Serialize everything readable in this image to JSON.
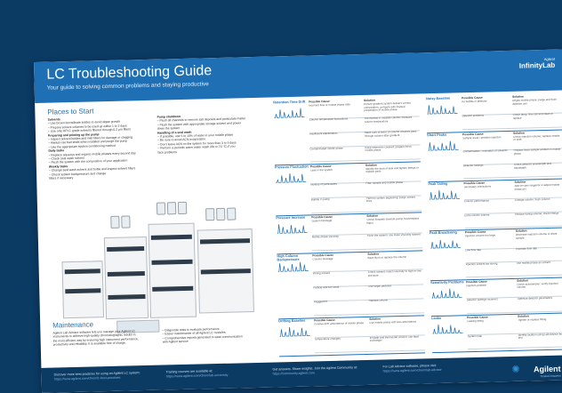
{
  "header": {
    "title": "LC Troubleshooting Guide",
    "subtitle": "Your guide to solving common problems and staying productive",
    "brand_small": "Agilent",
    "brand_big": "InfinityLab"
  },
  "places": {
    "title": "Places to Start",
    "col1": [
      {
        "t": "Solvents",
        "b": true
      },
      {
        "t": "– Use brown borosilicate bottles to avoid algae growth"
      },
      {
        "t": "– Prepare solvent volumes to be used up within 1 to 2 days"
      },
      {
        "t": "– Use only HPLC grade solvents filtered through 0.2 µm filters"
      },
      {
        "t": "Preparing and priming up the pump",
        "b": true
      },
      {
        "t": "– Inspect solvent bottles and inlet filters for damage or clogging"
      },
      {
        "t": "– Always use bad seals when installed and purge the pump"
      },
      {
        "t": "– Use the appropriate system conditioning method"
      },
      {
        "t": "Daily tasks",
        "b": true
      },
      {
        "t": "– Replace aqueous and organic mobile phases every second day"
      },
      {
        "t": "– Check seal wash solvent"
      },
      {
        "t": "– Flush the system with the composition of your application"
      },
      {
        "t": "Weekly tasks",
        "b": true
      },
      {
        "t": "– Change seal wash solvent and bottle and inspect solvent filters"
      },
      {
        "t": "– Check system backpressure and change"
      },
      {
        "t": "   filters if necessary"
      }
    ],
    "col2": [
      {
        "t": "Pump shutdown",
        "b": true
      },
      {
        "t": "– Flush all channels to remove salt deposits and particulate matter"
      },
      {
        "t": "– Flush the system with appropriate storage solvent and power"
      },
      {
        "t": "   down the system"
      },
      {
        "t": "Handling of a seal wash",
        "b": true
      },
      {
        "t": "– If possible, use 5 to 10% of water in your mobile phase"
      },
      {
        "t": "– Be sure to avoid ACN evaporation"
      },
      {
        "t": "– Don't leave ACN on the system for more than 3 to 5 days"
      },
      {
        "t": "– Perform a periodic warm water wash (60 to 70 °C) if you"
      },
      {
        "t": "   face problems"
      }
    ]
  },
  "maintenance": {
    "title": "Maintenance",
    "col1": [
      "Agilent Lab Advisor software lets you manage your Agilent LC",
      "instruments to achieve high-quality chromatographic results in",
      "the most efficient way by ensuring high instrument performance,",
      "productivity and reliability. It is available free of charge."
    ],
    "col2": [
      "– Diagnostic tests to evaluate performance",
      "– Easier maintenance of all Agilent LC modules",
      "– Comprehensive reports generated to ease communication",
      "   with Agilent service"
    ]
  },
  "mid_sections": [
    {
      "label": "Retention Time Drift",
      "rows": [
        [
          "Incorrect flow or mobile phase ratio",
          "Ensure gradient system delivers correct composition; compare with manual preparation of mobile phase"
        ],
        [
          "Column temperature fluctuations",
          "Thermostat or insulate column; measure column temperature"
        ],
        [
          "Insufficient equilibration",
          "Make sure at least 10 column volumes pass through column after gradient"
        ],
        [
          "Contaminated mobile phase",
          "Keep reservoirs covered; prepare fresh mobile phase"
        ]
      ]
    },
    {
      "label": "Pressure Fluctuation",
      "rows": [
        [
          "Leak in the system",
          "Identify the area of leak and tighten fittings or replace parts"
        ],
        [
          "Buildup of particulates",
          "Filter sample and mobile phase"
        ],
        [
          "Bubble in pump",
          "Perform system degassing; purge solvent lines"
        ]
      ]
    },
    {
      "label": "Pressure Increase",
      "rows": [
        [
          "System blockage",
          "Check flowpath towards pump; flush/replace filters"
        ],
        [
          "Mobile phase viscosity",
          "Flush the system; use lower viscosity solvent"
        ]
      ]
    },
    {
      "label": "High Column Backpressure",
      "rows": [
        [
          "Column blockage",
          "Back-flush or replace the column"
        ],
        [
          "Wrong solvent",
          "Check solvent; match viscosity to high-or-low pressure"
        ],
        [
          "Particle size too small",
          "Use larger particles"
        ],
        [
          "Plugged frit",
          "Replace column"
        ]
      ]
    },
    {
      "label": "Drifting Baseline",
      "rows": [
        [
          "Positive drift: absorbance of mobile phase",
          "Use mobile phase with less absorbance"
        ],
        [
          "Temperature changes",
          "Insulate and thermostat column; use heat exchanger"
        ]
      ]
    }
  ],
  "right_sections": [
    {
      "label": "Noisy Baseline",
      "rows": [
        [
          "Air bubble in detector",
          "Degas mobile phase; purge and flush detector cell"
        ],
        [
          "Detector problems",
          "Check lamp, flow cell and clean or replace"
        ]
      ]
    },
    {
      "label": "Short Peaks",
      "rows": [
        [
          "Sample issue / problem injection",
          "Check injection volume; replace needle or seat"
        ],
        [
          "Contamination / mismatch of solvents",
          "Prepare fresh sample solution in mobile phase"
        ],
        [
          "Detector settings",
          "Check detector wavelength and bandwidth"
        ]
      ]
    },
    {
      "label": "Peak Tailing",
      "rows": [
        [
          "Secondary interactions",
          "Add ion-pair reagents or adjust mobile phase pH"
        ],
        [
          "Column performance",
          "Change column; flush column"
        ],
        [
          "Extra column volume",
          "Reduce tubing volume; check fittings"
        ]
      ]
    },
    {
      "label": "Peak Broadening",
      "rows": [
        [
          "Injection volume too large",
          "Decrease injection volume or dilute sample"
        ],
        [
          "Low flow rate",
          "Increase flow rate"
        ],
        [
          "Injection solvent too strong",
          "Use mobile phase as solvent"
        ]
      ]
    },
    {
      "label": "Sensitivity Problems",
      "rows": [
        [
          "Injection problem",
          "Check autosampler; verify injection volume"
        ],
        [
          "Detector settings incorrect",
          "Optimize detector parameters"
        ]
      ]
    },
    {
      "label": "Leaks",
      "rows": [
        [
          "Leaking fitting",
          "Tighten or replace fitting"
        ],
        [
          "System leak",
          "Identify location using Lab Advisor leak test"
        ]
      ]
    }
  ],
  "table_headers": {
    "cause": "Possible Cause",
    "solution": "Solution"
  },
  "footer": {
    "f1": [
      "Discover more best practices for using an Agilent LC system:",
      "https://www.agilent.com/chem/lc-best-practices"
    ],
    "f2": [
      "Training courses are available at:",
      "https://www.agilent.com/chem/lab-university"
    ],
    "f3": [
      "Get answers. Share insights. Join the Agilent Community at:",
      "https://community.agilent.com"
    ],
    "f4": [
      "For Lab Advisor software, please visit:",
      "https://www.agilent.com/chem/lab-advisor"
    ],
    "logo": "Agilent",
    "tagline": "Trusted Answers"
  },
  "colors": {
    "header_blue": "#1e6fb4",
    "navy": "#0b3a63"
  }
}
